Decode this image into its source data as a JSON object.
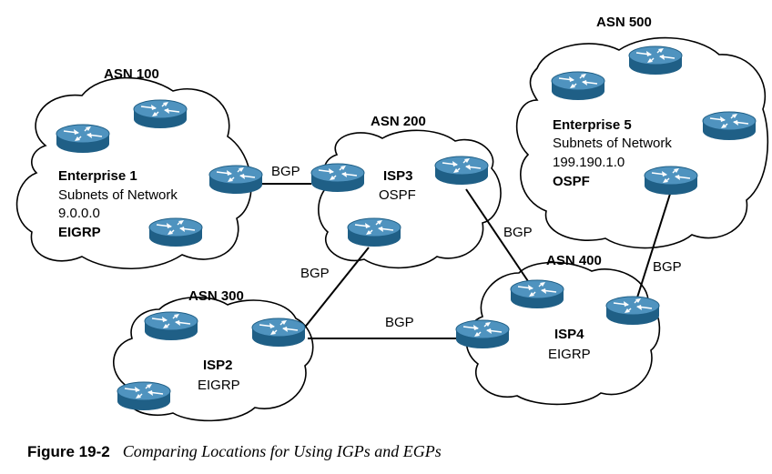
{
  "diagram": {
    "clouds": {
      "asn100": {
        "asn": "ASN 100",
        "lines": [
          {
            "text": "Enterprise 1",
            "bold": true
          },
          {
            "text": "Subnets of Network",
            "bold": false
          },
          {
            "text": "9.0.0.0",
            "bold": false
          },
          {
            "text": "EIGRP",
            "bold": true
          }
        ]
      },
      "asn200": {
        "asn": "ASN 200",
        "lines": [
          {
            "text": "ISP3",
            "bold": true
          },
          {
            "text": "OSPF",
            "bold": false
          }
        ]
      },
      "asn300": {
        "asn": "ASN 300",
        "lines": [
          {
            "text": "ISP2",
            "bold": true
          },
          {
            "text": "EIGRP",
            "bold": false
          }
        ]
      },
      "asn400": {
        "asn": "ASN 400",
        "lines": [
          {
            "text": "ISP4",
            "bold": true
          },
          {
            "text": "EIGRP",
            "bold": false
          }
        ]
      },
      "asn500": {
        "asn": "ASN 500",
        "lines": [
          {
            "text": "Enterprise 5",
            "bold": true
          },
          {
            "text": "Subnets of Network",
            "bold": false
          },
          {
            "text": "199.190.1.0",
            "bold": false
          },
          {
            "text": "OSPF",
            "bold": true
          }
        ]
      }
    },
    "links": [
      {
        "from": "ASN 100",
        "to": "ASN 200",
        "label": "BGP"
      },
      {
        "from": "ASN 200",
        "to": "ASN 300",
        "label": "BGP"
      },
      {
        "from": "ASN 200",
        "to": "ASN 400",
        "label": "BGP"
      },
      {
        "from": "ASN 300",
        "to": "ASN 400",
        "label": "BGP"
      },
      {
        "from": "ASN 500",
        "to": "ASN 400",
        "label": "BGP"
      }
    ],
    "router_icon": "router-icon",
    "colors": {
      "router_body": "#4f93bf",
      "router_side": "#1f5f86",
      "line": "#000000"
    }
  },
  "caption": {
    "figure": "Figure 19-2",
    "title": "Comparing Locations for Using IGPs and EGPs"
  }
}
